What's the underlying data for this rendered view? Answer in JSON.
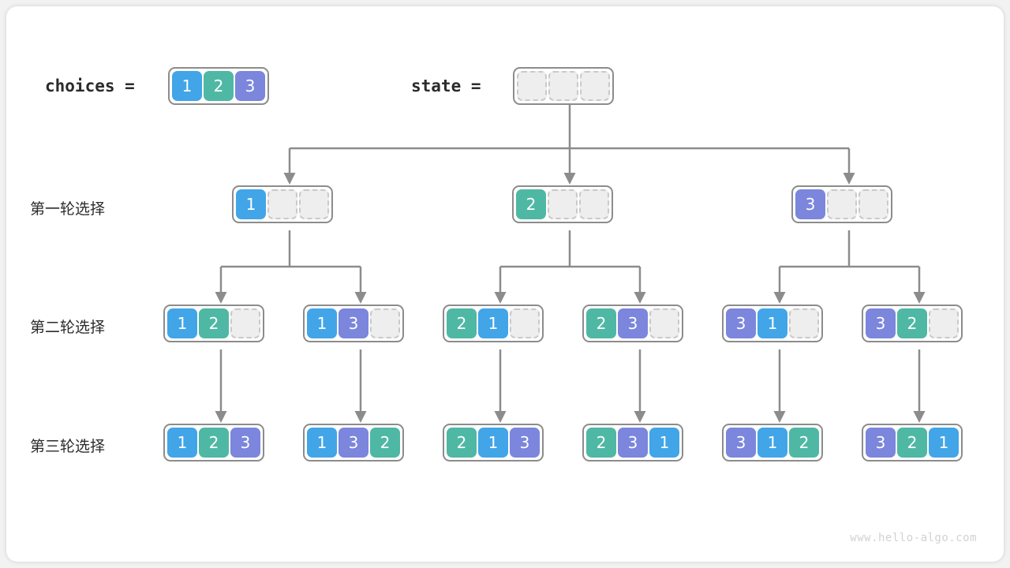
{
  "meta": {
    "watermark": "www.hello-algo.com",
    "colors": {
      "value_1": "#41A5E8",
      "value_2": "#4FB8A4",
      "value_3": "#7B86DC",
      "node_border": "#8c8c8c",
      "empty_cell_fill": "#eeeeee",
      "empty_cell_border": "#c9c9c9",
      "edge": "#8c8c8c",
      "background": "#f2f2f2",
      "card": "#ffffff"
    }
  },
  "header": {
    "choices_label": "choices =",
    "choices_values": [
      "1",
      "2",
      "3"
    ],
    "state_label": "state =",
    "state_values": [
      "",
      "",
      ""
    ]
  },
  "row_labels": [
    "第一轮选择",
    "第二轮选择",
    "第三轮选择"
  ],
  "tree": {
    "root": {
      "values": [
        "",
        "",
        ""
      ]
    },
    "level1": [
      {
        "values": [
          "1",
          "",
          ""
        ]
      },
      {
        "values": [
          "2",
          "",
          ""
        ]
      },
      {
        "values": [
          "3",
          "",
          ""
        ]
      }
    ],
    "level2": [
      {
        "values": [
          "1",
          "2",
          ""
        ]
      },
      {
        "values": [
          "1",
          "3",
          ""
        ]
      },
      {
        "values": [
          "2",
          "1",
          ""
        ]
      },
      {
        "values": [
          "2",
          "3",
          ""
        ]
      },
      {
        "values": [
          "3",
          "1",
          ""
        ]
      },
      {
        "values": [
          "3",
          "2",
          ""
        ]
      }
    ],
    "level3": [
      {
        "values": [
          "1",
          "2",
          "3"
        ]
      },
      {
        "values": [
          "1",
          "3",
          "2"
        ]
      },
      {
        "values": [
          "2",
          "1",
          "3"
        ]
      },
      {
        "values": [
          "2",
          "3",
          "1"
        ]
      },
      {
        "values": [
          "3",
          "1",
          "2"
        ]
      },
      {
        "values": [
          "3",
          "2",
          "1"
        ]
      }
    ]
  }
}
